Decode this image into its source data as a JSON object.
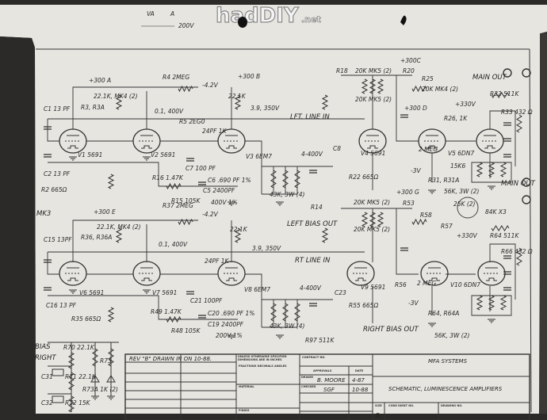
{
  "watermark": {
    "text": "hadDIY",
    "suffix": ".net"
  },
  "scribbles": {
    "top_note1": "VA",
    "top_note2": "A",
    "top_note3": "200V"
  },
  "schematic": {
    "supplies": {
      "a": "+300 A",
      "b": "+300 B",
      "c": "+300C",
      "d": "+300 D",
      "e": "+300 E",
      "g": "+300 G",
      "neg_top": "-4.2V",
      "neg_bot": "-4.2V",
      "v330_top": "+330V",
      "v330_bot": "+330V",
      "m3_top": "-3V",
      "m3_bot": "-3V",
      "v350_top": "3.9, 350V",
      "v350_bot": "3.9, 350V"
    },
    "tubes": {
      "v1": "V1 5691",
      "v2": "V2 5691",
      "v3": "V3 6EM7",
      "v4": "V4 5691",
      "v5": "V5 6DN7",
      "v6": "V6 5691",
      "v7": "V7 5691",
      "v8": "V8 6EM7",
      "v9": "V9 5691",
      "v10": "V10 6DN7"
    },
    "caps": {
      "c1": "C1 13 PF",
      "c2": "C2 13 PF",
      "c15": "C15 13PF",
      "c16": "C16 13 PF",
      "c7": "C7 100 PF",
      "c21": "C21 100PF",
      "c5": "C5 2400PF",
      "c19": "C19 2400PF",
      "c6": "C6 .690 PF 1%",
      "c20": "C20 .690 PF 1%",
      "cap_top": "0.1, 400V",
      "cap_bot": "0.1, 400V",
      "pct_top": "400V 1%",
      "pct_bot": "200V 1%",
      "c8": "C8",
      "c23": "C23",
      "hv_top": "4-400V",
      "hv_bot": "4-400V",
      "c31": "C31",
      "c32": "C32",
      "pf24_top": "24PF 1K",
      "pf24_bot": "24PF 1K"
    },
    "resistors": {
      "r3": "R3, R3A",
      "r36": "R36, R36A",
      "mk4_top": "22.1K, MK4 (2)",
      "mk4_bot": "22.1K, MK4 (2)",
      "r4": "R4 2MEG",
      "r37": "R37 2MEG",
      "r6": "22.1K",
      "r40": "22.1K",
      "r5": "R5 2EG0",
      "r2": "R2 665Ω",
      "r35": "R35 665Ω",
      "r16": "R16 1.47K",
      "r49": "R49 1.47K",
      "r15": "R15 105K",
      "r48": "R48 105K",
      "mk5_1": "20K MK5 (2)",
      "mk5_2": "20K MK5 (2)",
      "mk5_3": "20K MK5 (2)",
      "mk5_4": "20K MK5 (2)",
      "r25": "R25",
      "mk4_c": "20K MK4 (2)",
      "r26": "R26, 1K",
      "meg_top": "2 MEG",
      "meg_bot": "2 MEG",
      "r32": "R32 511K",
      "r33": "R33 432 Ω",
      "r66": "R66 432 Ω",
      "r64": "R64 511K",
      "w43k_top": "43K, 3W (4)",
      "w43k_bot": "43K, 3W (4)",
      "r22": "R22 665Ω",
      "r55": "R55 665Ω",
      "r31": "R31, R31A",
      "r31_val": "56K, 3W (2)",
      "r64a": "R64, R64A",
      "r64a_val": "56K, 3W (2)",
      "circled": "25K (2)",
      "r47k": "84K X3",
      "r56": "R56",
      "r57": "R57",
      "r58": "R58",
      "r53": "R53",
      "r18": "R18",
      "r20": "R20",
      "r1": "15K6",
      "r14": "R14",
      "r97": "R97 511K",
      "r70": "R70 22.1K",
      "r71": "R71 22.1K",
      "r72": "R72 15K",
      "r73": "R73",
      "r73a": "R73A 1K (2)"
    },
    "io": {
      "left_line_in": "LFT. LINE IN",
      "rt_line_in": "RT LINE IN",
      "left_bias_out": "LEFT BIAS OUT",
      "right_bias_out": "RIGHT BIAS OUT",
      "main_out_top": "MAIN OUT",
      "main_out_right": "MAIN OUT",
      "mk3": "MK3",
      "right": "RIGHT",
      "bias": "BIAS"
    }
  },
  "title_block": {
    "revision": "REV \"B\" DRAWN IN ON 10-88.",
    "tolerance_header": "UNLESS OTHERWISE SPECIFIED DIMENSIONS ARE IN INCHES",
    "tolerance_sub": "FRACTIONS DECIMALS ANGLES",
    "material": "MATERIAL",
    "finish": "FINISH",
    "contract_no": "CONTRACT NO.",
    "approvals": "APPROVALS",
    "date_header": "DATE",
    "drawn_label": "DRAWN",
    "drawn_by": "B. MOORE",
    "drawn_date": "4-87",
    "checked_label": "CHECKED",
    "checked_by": "SGF",
    "checked_date": "10-88",
    "company": "MFA SYSTEMS",
    "title": "SCHEMATIC, LUMINESCENCE AMPLIFIERS",
    "size_label": "SIZE",
    "size": "B",
    "code_ident_label": "CODE IDENT NO.",
    "drawing_no_label": "DRAWING NO."
  }
}
